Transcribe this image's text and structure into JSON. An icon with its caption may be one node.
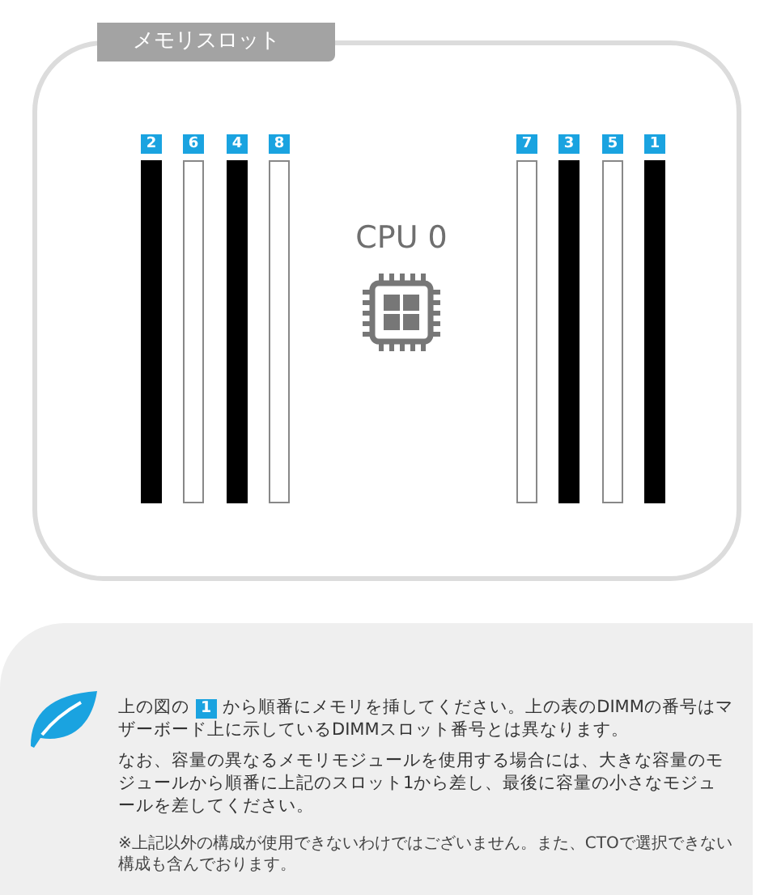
{
  "diagram": {
    "nodes": [
      {
        "text": [
          "メモリスロット"
        ]
      },
      {
        "text": [
          "2"
        ],
        "in": 0
      },
      {
        "text": [
          "6"
        ],
        "in": 0
      },
      {
        "text": [
          "4"
        ],
        "in": 0
      },
      {
        "text": [
          "8"
        ],
        "in": 0
      },
      {
        "text": [
          "CPU 0"
        ],
        "in": 0
      },
      {
        "text": [
          "7"
        ],
        "in": 0
      },
      {
        "text": [
          "3"
        ],
        "in": 0
      },
      {
        "text": [
          "5"
        ],
        "in": 0
      },
      {
        "text": [
          "1"
        ],
        "in": 0
      },
      {
        "text": [
          "上の図の",
          "1",
          "から順番にメモリを挿してください。上の表のDIMMの番号はマザーボード上に示しているDIMMスロット番号とは異なります。",
          "なお、容量の異なるメモリモジュールを使用する場合には、大きな容量のモジュールから順番に上記のスロット1から差し、最後に容量の小さなモジュールを差してください。",
          "※上記以外の構成が使用できないわけではございません。また、CTOで選択できない構成も含んでおります。"
        ]
      }
    ]
  }
}
